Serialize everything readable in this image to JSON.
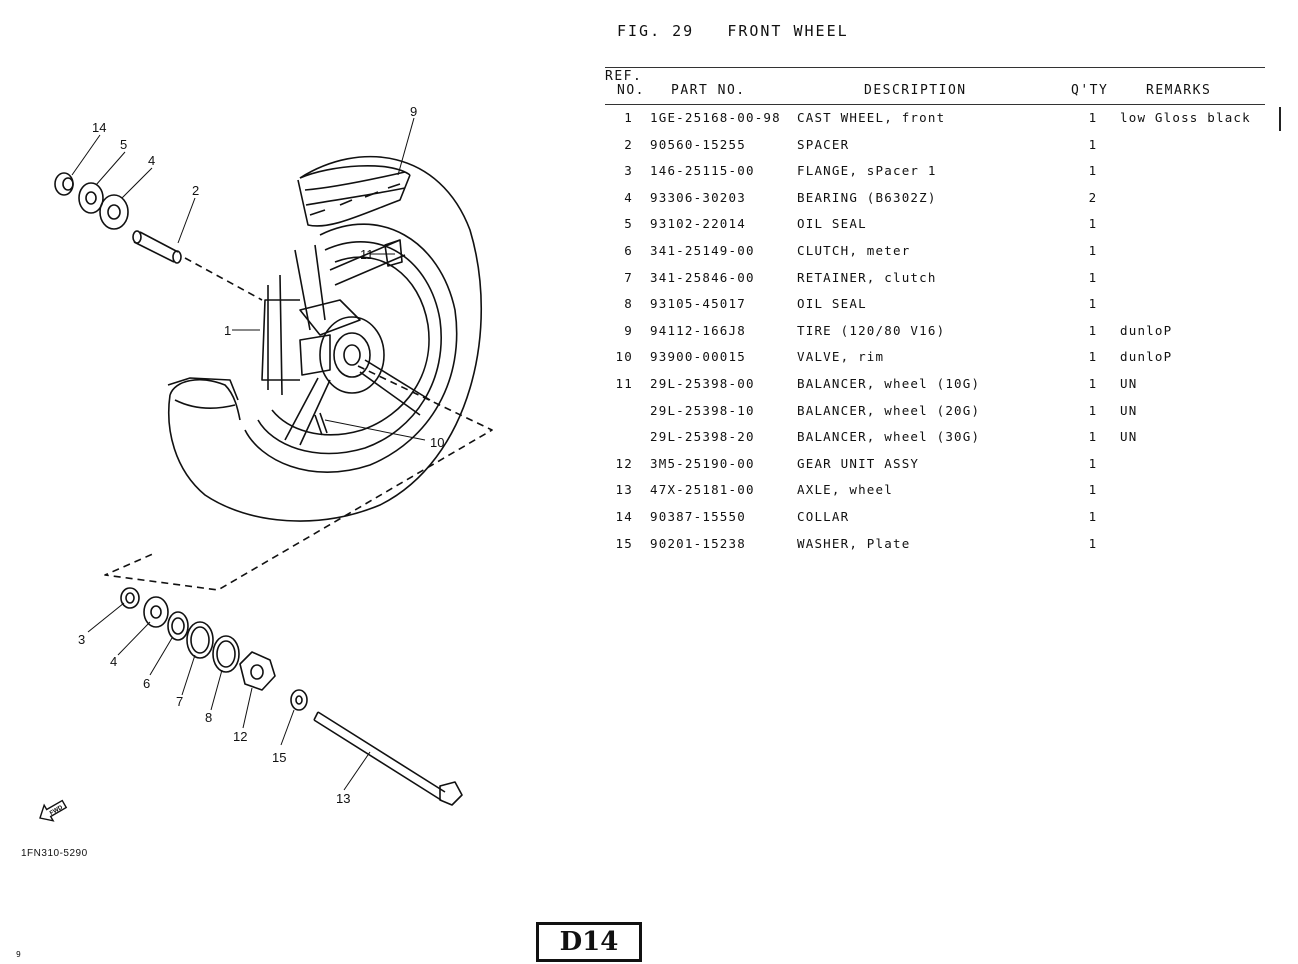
{
  "figure": {
    "label": "FIG. 29",
    "title": "FRONT WHEEL"
  },
  "table": {
    "headers": {
      "ref_no_line1": "REF.",
      "ref_no_line2": "NO.",
      "part_no": "PART NO.",
      "description": "DESCRIPTION",
      "qty": "Q'TY",
      "remarks": "REMARKS"
    },
    "rows": [
      {
        "ref": "1",
        "part_no": "1GE-25168-00-98",
        "description": "CAST WHEEL, front",
        "qty": "1",
        "remarks": "low Gloss black"
      },
      {
        "ref": "2",
        "part_no": "90560-15255",
        "description": "SPACER",
        "qty": "1",
        "remarks": ""
      },
      {
        "ref": "3",
        "part_no": "146-25115-00",
        "description": "FLANGE, sPacer 1",
        "qty": "1",
        "remarks": ""
      },
      {
        "ref": "4",
        "part_no": "93306-30203",
        "description": "BEARING (B6302Z)",
        "qty": "2",
        "remarks": ""
      },
      {
        "ref": "5",
        "part_no": "93102-22014",
        "description": "OIL SEAL",
        "qty": "1",
        "remarks": ""
      },
      {
        "ref": "6",
        "part_no": "341-25149-00",
        "description": "CLUTCH, meter",
        "qty": "1",
        "remarks": ""
      },
      {
        "ref": "7",
        "part_no": "341-25846-00",
        "description": "RETAINER, clutch",
        "qty": "1",
        "remarks": ""
      },
      {
        "ref": "8",
        "part_no": "93105-45017",
        "description": "OIL SEAL",
        "qty": "1",
        "remarks": ""
      },
      {
        "ref": "9",
        "part_no": "94112-166J8",
        "description": "TIRE (120/80 V16)",
        "qty": "1",
        "remarks": "dunloP"
      },
      {
        "ref": "10",
        "part_no": "93900-00015",
        "description": "VALVE, rim",
        "qty": "1",
        "remarks": "dunloP"
      },
      {
        "ref": "11",
        "part_no": "29L-25398-00",
        "description": "BALANCER, wheel (10G)",
        "qty": "1",
        "remarks": "UN"
      },
      {
        "ref": "",
        "part_no": "29L-25398-10",
        "description": "BALANCER, wheel (20G)",
        "qty": "1",
        "remarks": "UN"
      },
      {
        "ref": "",
        "part_no": "29L-25398-20",
        "description": "BALANCER, wheel (30G)",
        "qty": "1",
        "remarks": "UN"
      },
      {
        "ref": "12",
        "part_no": "3M5-25190-00",
        "description": "GEAR UNIT ASSY",
        "qty": "1",
        "remarks": ""
      },
      {
        "ref": "13",
        "part_no": "47X-25181-00",
        "description": "AXLE, wheel",
        "qty": "1",
        "remarks": ""
      },
      {
        "ref": "14",
        "part_no": "90387-15550",
        "description": "COLLAR",
        "qty": "1",
        "remarks": ""
      },
      {
        "ref": "15",
        "part_no": "90201-15238",
        "description": "WASHER, Plate",
        "qty": "1",
        "remarks": ""
      }
    ]
  },
  "diagram": {
    "callouts": [
      "14",
      "5",
      "4",
      "2",
      "9",
      "11",
      "1",
      "10",
      "3",
      "4",
      "6",
      "7",
      "8",
      "12",
      "15",
      "13"
    ],
    "fwd_label": "FWD",
    "figure_code": "1FN310-5290"
  },
  "page_code": "D14",
  "corner_mark": "9"
}
